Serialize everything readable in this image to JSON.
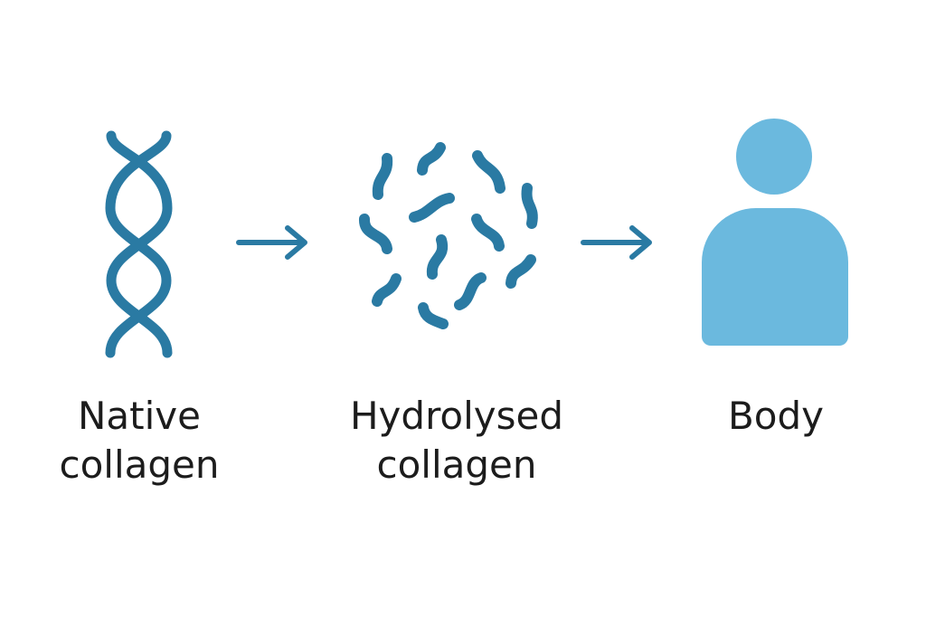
{
  "colors": {
    "strand": "#2a7aa3",
    "body": "#6bb9de",
    "text": "#1c1c1c"
  },
  "stages": [
    {
      "icon": "collagen-helix-icon",
      "label_line1": "Native",
      "label_line2": "collagen"
    },
    {
      "icon": "peptide-fragments-icon",
      "label_line1": "Hydrolysed",
      "label_line2": "collagen"
    },
    {
      "icon": "person-icon",
      "label_line1": "Body"
    }
  ],
  "arrows": [
    "arrow-right-icon",
    "arrow-right-icon"
  ]
}
